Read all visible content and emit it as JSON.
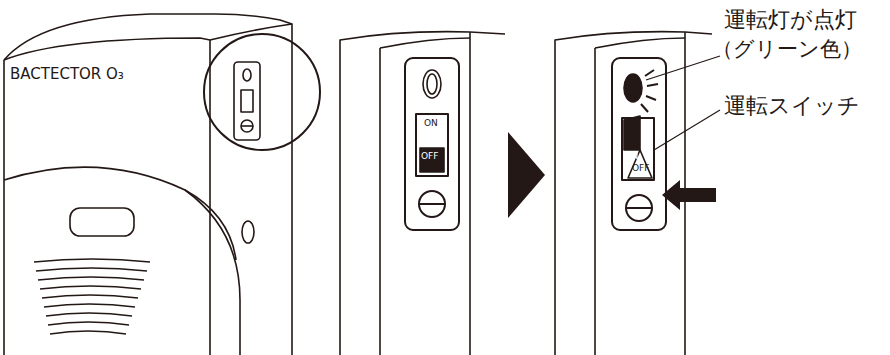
{
  "diagram": {
    "labels": [
      "BACTECTOR O₃",
      "ON",
      "OFF",
      "ON",
      "OFF",
      "運転灯が点灯",
      "（グリーン色）",
      "運転スイッチ"
    ]
  }
}
